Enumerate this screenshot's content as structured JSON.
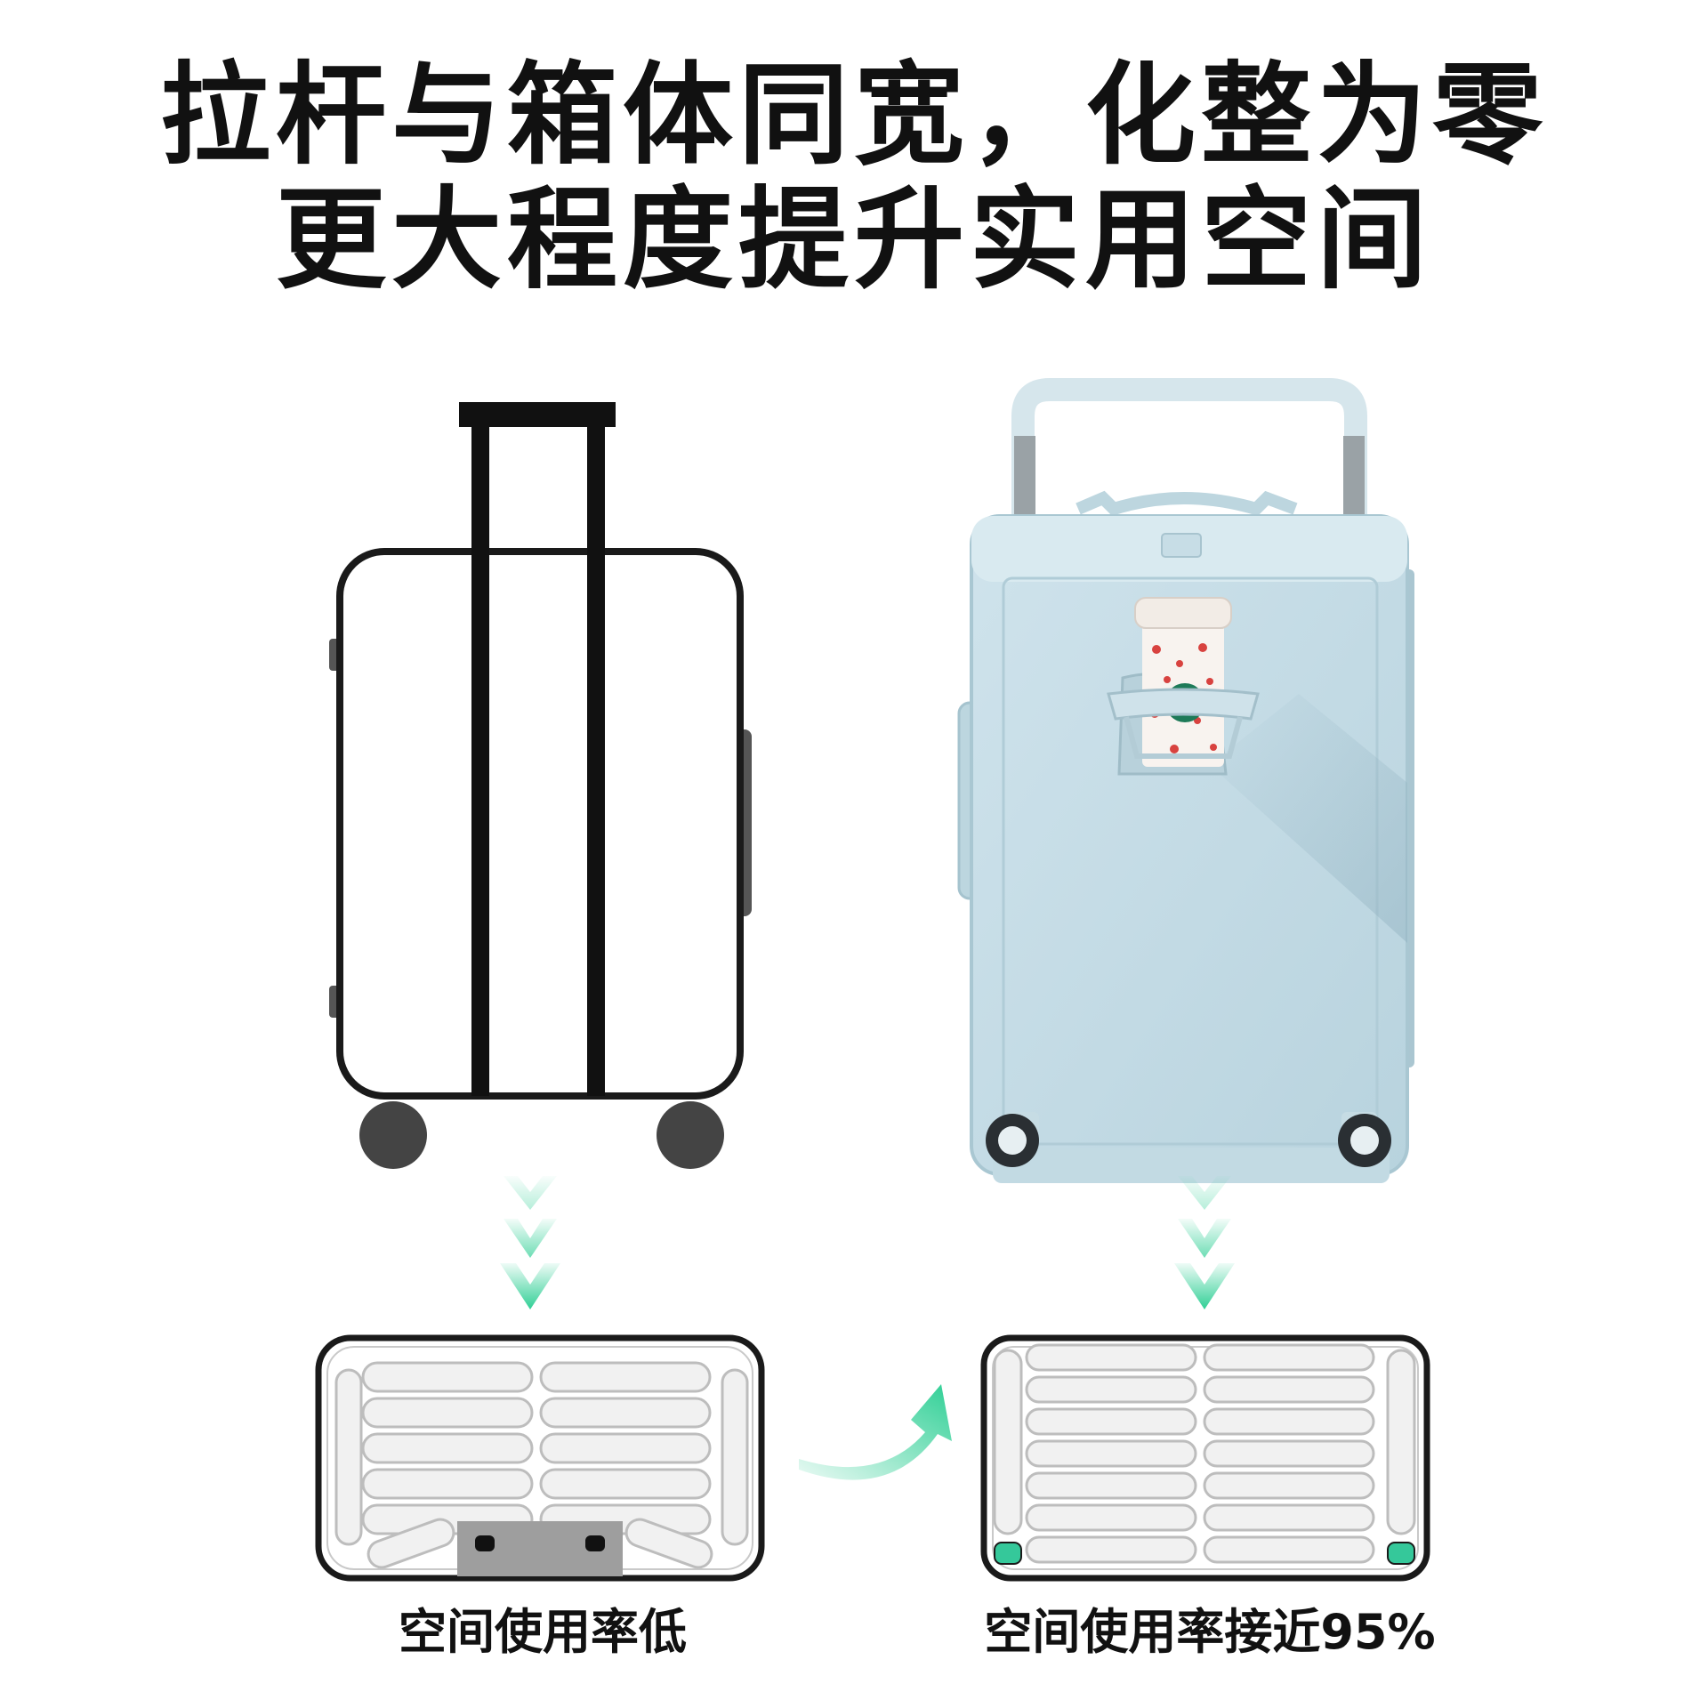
{
  "headline": {
    "line1": "拉杆与箱体同宽，化整为零",
    "line2": "更大程度提升实用空间"
  },
  "comparison": {
    "left_caption": "空间使用率低",
    "right_caption": "空间使用率接近95%"
  },
  "colors": {
    "accent_green": "#2fcf95",
    "suitcase_blue": "#c9dfe8",
    "outline": "#1a1a1a"
  },
  "icons": [
    "conventional-suitcase-icon",
    "wide-handle-suitcase-photo",
    "cup-holder-icon",
    "down-chevrons-icon",
    "curved-arrow-icon"
  ]
}
